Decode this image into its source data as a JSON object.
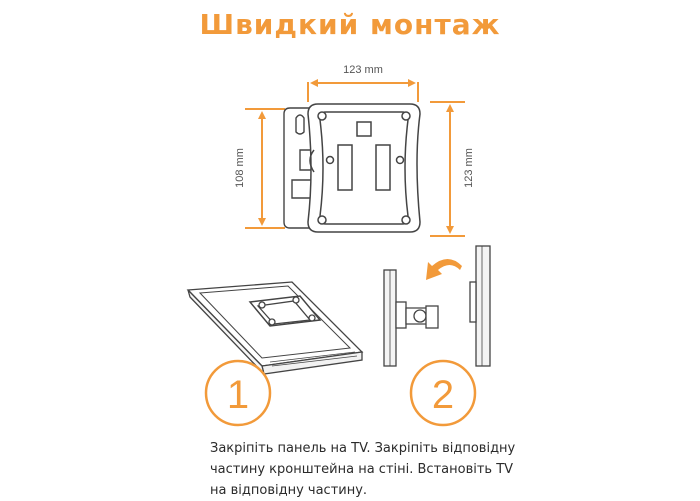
{
  "title": "Швидкий монтаж",
  "dimensions": {
    "width": "123 mm",
    "height_left": "108 mm",
    "height_right": "123 mm"
  },
  "steps": [
    {
      "number": "1"
    },
    {
      "number": "2"
    }
  ],
  "instructions": {
    "line1": "Закріпіть панель на TV. Закріпіть відповідну",
    "line2": "частину  кронштейна на стіні. Встановіть TV",
    "line3": "на відповідну частину."
  },
  "colors": {
    "accent": "#f29a3a",
    "line": "#555555"
  }
}
